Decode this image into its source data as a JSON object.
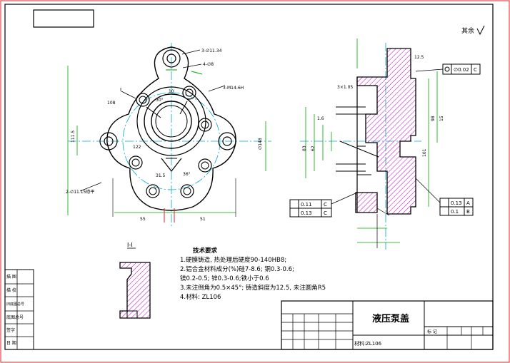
{
  "title_block": {
    "part_name": "液压泵盖",
    "material_label": "材料:",
    "material_value": "ZL106",
    "label_biaoji": "标 记"
  },
  "corner_note": "其余",
  "section_label": "I-I",
  "tech_requirements": {
    "title": "技术要求",
    "lines": [
      "1.硬膜铸造, 热处理后硬度90-140HB8;",
      "2.铝合金材料成分(%)硅7-8.6; 铜0.3-0.6;",
      "  镁0.2-0.5; 锌0.3-0.6;铁小于0.6",
      "3.未注倒角为0.5×45°; 铸造斜度为12.5, 未注圆角R5",
      "4.材料: ZL106"
    ]
  },
  "left_table": {
    "rows": [
      "描 图",
      "描 校",
      "旧底图总号",
      "底图总号",
      "签字",
      "日 期"
    ]
  },
  "front_view_dims": {
    "hole_3": "3-∅11.34",
    "hole_4": "4-∅8",
    "thread": "3-M14-6H",
    "flat": "2-∅11.15锪平",
    "dim_108": "108",
    "dim_55": "55",
    "dim_51": "51",
    "dim_148": "∅148",
    "dim_111": "111.5",
    "dim_31": "31.5",
    "dim_i": "I",
    "angle_30": "30°",
    "angle_36": "36°",
    "dim_122": "122",
    "dim_10": "10"
  },
  "side_view_dims": {
    "d16": "1.6",
    "d125": "12.5",
    "d3": "3×1.05",
    "d62": "62",
    "d83": "83",
    "d15": "15",
    "d98": "98",
    "d101": "101",
    "d007": "∅0.02",
    "d013": "0.13",
    "d011": "0.11",
    "d01": "0.1",
    "tol_a": "A",
    "tol_b": "B",
    "tol_c": "C"
  }
}
